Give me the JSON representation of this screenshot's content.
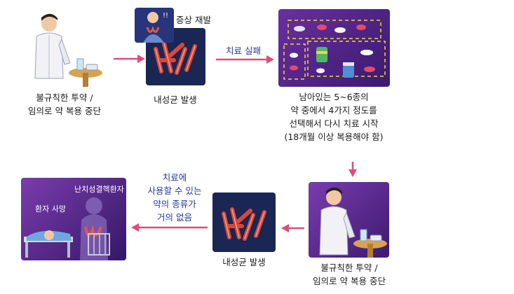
{
  "steps": {
    "step1_caption": [
      "불규칙한 투약 /",
      "임의로 약 복용 중단"
    ],
    "step2_caption": "내성균 발생",
    "step2_tag": "증상 재발",
    "step3_caption": [
      "남아있는 5~6종의",
      "약 중에서 4가지 정도를",
      "선택해서 다시 치료 시작",
      "(18개월 이상 복용해야 함)"
    ],
    "step4_caption": [
      "불규칙한 투약 /",
      "임의로 약 복용 중단"
    ],
    "step5_caption": "내성균 발생",
    "step6_tag_top": "난치성결핵환자",
    "step6_tag_left": "환자 사망"
  },
  "arrows": {
    "treatment_fail": "치료 실패",
    "few_drugs": [
      "치료에",
      "사용할 수 있는",
      "약의 종류가",
      "거의 없음"
    ]
  },
  "colors": {
    "arrow": "#e14a7a",
    "arrow_label": "#23379a",
    "panel_purple": "#4a2480",
    "panel_navy": "#16204e",
    "bacteria": "#d8483a"
  }
}
